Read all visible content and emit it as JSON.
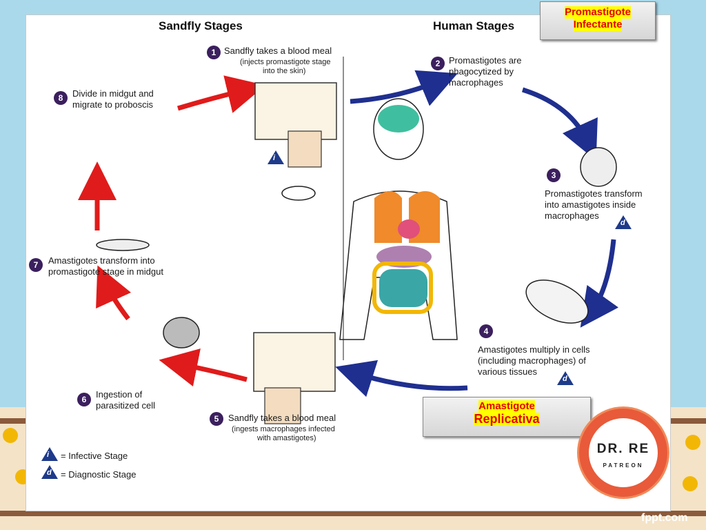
{
  "headers": {
    "sandfly": "Sandfly Stages",
    "human": "Human Stages"
  },
  "steps": [
    {
      "n": "1",
      "text": "Sandfly takes a blood meal",
      "sub": [
        "(injects promastigote stage",
        "into the skin)"
      ]
    },
    {
      "n": "2",
      "text": [
        "Promastigotes are",
        "phagocytized by",
        "macrophages"
      ]
    },
    {
      "n": "3",
      "text": [
        "Promastigotes transform",
        "into amastigotes inside",
        "macrophages"
      ]
    },
    {
      "n": "4",
      "text": [
        "Amastigotes multiply in cells",
        "(including macrophages) of",
        "various tissues"
      ]
    },
    {
      "n": "5",
      "text": "Sandfly takes a blood meal",
      "sub": [
        "(ingests macrophages infected",
        "with amastigotes)"
      ]
    },
    {
      "n": "6",
      "text": [
        "Ingestion of",
        "parasitized cell"
      ]
    },
    {
      "n": "7",
      "text": [
        "Amastigotes transform into",
        "promastigote stage in midgut"
      ]
    },
    {
      "n": "8",
      "text": [
        "Divide in midgut and",
        "migrate to proboscis"
      ]
    }
  ],
  "legend": {
    "infective": {
      "symbol": "i",
      "label": "= Infective Stage"
    },
    "diagnostic": {
      "symbol": "d",
      "label": "= Diagnostic Stage"
    }
  },
  "callouts": {
    "promastigote": [
      "Promastigote",
      "Infectante"
    ],
    "amastigote": [
      "Amastigote",
      "Replicativa"
    ]
  },
  "logo": {
    "title": "DR. RE",
    "subtitle": "PATREON"
  },
  "watermark": "fppt.com",
  "colors": {
    "sandfly_arrow": "#e01b1b",
    "human_arrow": "#1f2f8f",
    "callout_text": "#e30000",
    "callout_highlight": "#ffff00"
  }
}
